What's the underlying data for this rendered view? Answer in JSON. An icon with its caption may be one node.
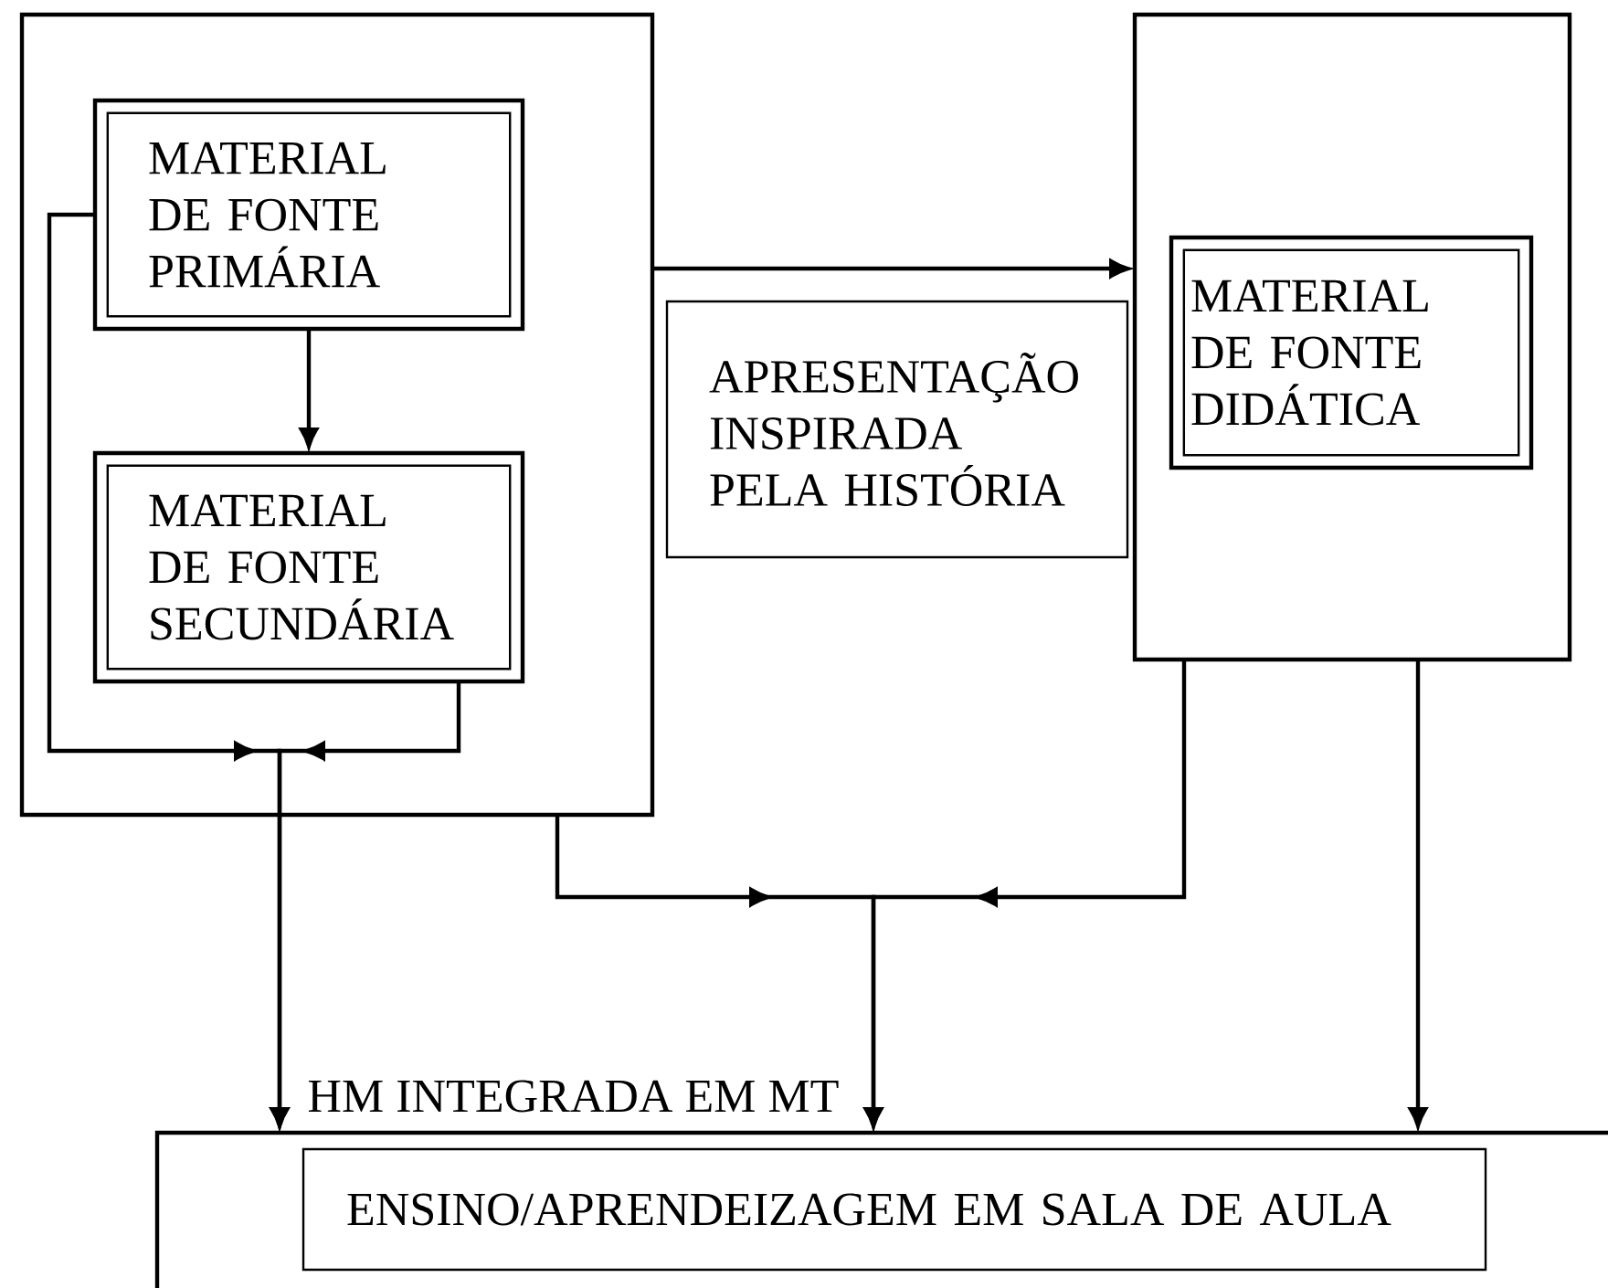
{
  "diagram": {
    "nodes": [
      {
        "text": [],
        "shape": "box"
      },
      {
        "text": [
          "MATERIAL DE FONTE PRIMÁRIA"
        ],
        "in": 0
      },
      {
        "text": [
          "MATERIAL DE FONTE SECUNDÁRIA"
        ],
        "in": 0
      },
      {
        "text": [
          "APRESENTAÇÃO INSPIRADA PELA HISTÓRIA"
        ]
      },
      {
        "text": [],
        "shape": "box"
      },
      {
        "text": [
          "MATERIAL DE FONTE DIDÁTICA"
        ],
        "in": 4
      },
      {
        "text": [],
        "shape": "box"
      },
      {
        "text": [
          "ENSINO/APRENDEIZAGEM EM SALA DE AULA"
        ],
        "in": 6
      }
    ],
    "edges": [
      {
        "from": 1,
        "to": 2,
        "arrow": "to"
      },
      {
        "from": 1,
        "to": 6,
        "arrow": "to"
      },
      {
        "from": 2,
        "to": 6,
        "arrow": "to"
      },
      {
        "from": 0,
        "to": 4,
        "arrow": "to"
      },
      {
        "from": 0,
        "to": 6,
        "arrow": "to"
      },
      {
        "from": 4,
        "to": 6,
        "arrow": "to"
      },
      {
        "from": 4,
        "to": 6,
        "arrow": "to"
      }
    ],
    "labels": [
      "HM INTEGRADA EM MT"
    ]
  }
}
